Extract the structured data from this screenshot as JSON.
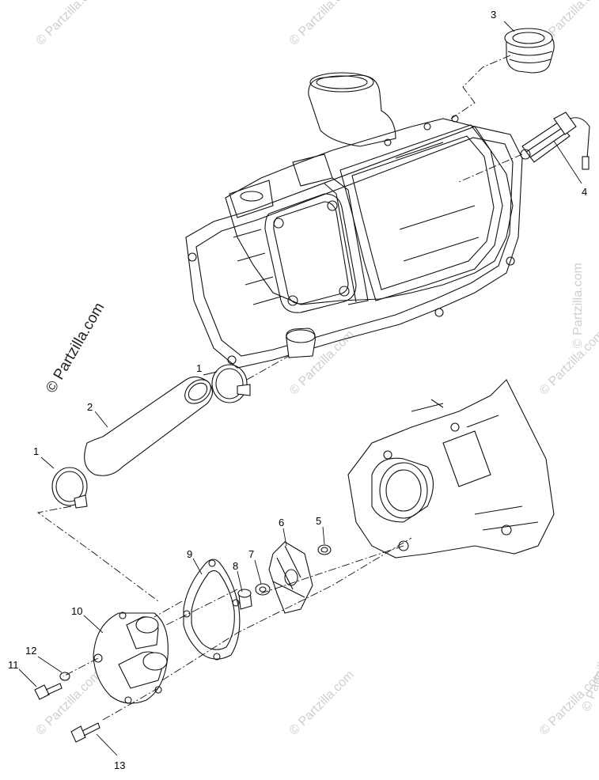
{
  "watermark": {
    "text": "© Partzilla.com",
    "side_text": "© Partzilla.com"
  },
  "callouts": {
    "c1a": "1",
    "c1b": "1",
    "c2": "2",
    "c3": "3",
    "c4": "4",
    "c5": "5",
    "c6": "6",
    "c7": "7",
    "c8": "8",
    "c9": "9",
    "c10": "10",
    "c11": "11",
    "c12": "12",
    "c13": "13"
  }
}
